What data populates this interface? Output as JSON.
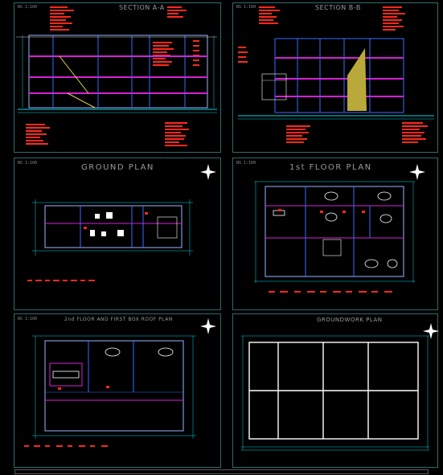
{
  "colors": {
    "background": "#000000",
    "frame": "#2f6b6b",
    "wall": "#ffffff",
    "blue": "#3a6cff",
    "magenta": "#d61fd6",
    "cyan": "#00d6e6",
    "red": "#ff2a1a",
    "yellow": "#e8d84a",
    "green": "#35c84a"
  },
  "sheets": [
    {
      "id": "section-a",
      "title": "SECTION A-A",
      "scale": "NS 1:100"
    },
    {
      "id": "section-b",
      "title": "SECTION B-B",
      "scale": "NS 1:100"
    },
    {
      "id": "ground",
      "title": "GROUND PLAN",
      "scale": "NS 1:100"
    },
    {
      "id": "first",
      "title": "1st FLOOR PLAN",
      "scale": "NS 1:100"
    },
    {
      "id": "second",
      "title": "2nd FLOOR AND FIRST BOX ROOF PLAN",
      "scale": "NS 1:100"
    },
    {
      "id": "groundwork",
      "title": "GROUNDWORK PLAN",
      "scale": ""
    }
  ]
}
